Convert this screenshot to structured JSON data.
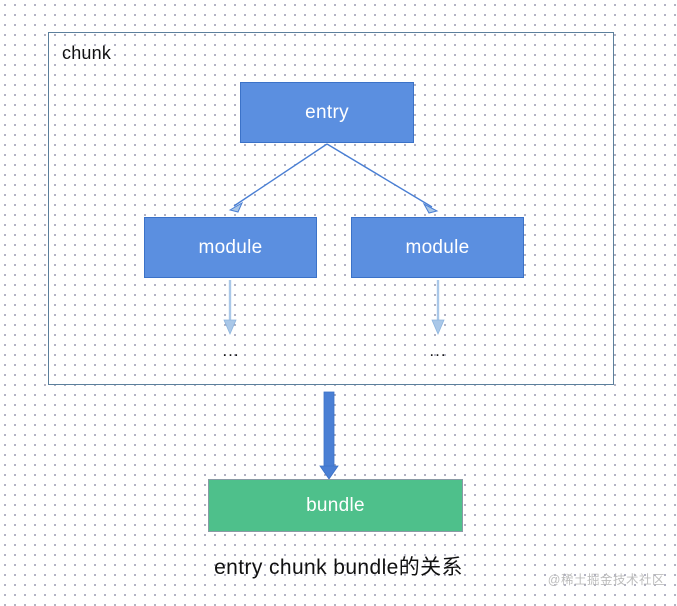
{
  "diagram": {
    "container": {
      "label": "chunk"
    },
    "nodes": [
      {
        "id": "entry",
        "label": "entry",
        "color": "#5b8fe0"
      },
      {
        "id": "module-left",
        "label": "module",
        "color": "#5b8fe0"
      },
      {
        "id": "module-right",
        "label": "module",
        "color": "#5b8fe0"
      },
      {
        "id": "bundle",
        "label": "bundle",
        "color": "#4ec08b"
      }
    ],
    "ellipsis": {
      "left": "...",
      "right": "..."
    },
    "caption": "entry chunk bundle的关系",
    "watermark": "@稀土掘金技术社区"
  },
  "colors": {
    "node_blue_fill": "#5b8fe0",
    "node_blue_border": "#3b72c8",
    "node_green_fill": "#4ec08b",
    "node_green_border": "#8a9aa5",
    "container_border": "#5b7f9c",
    "arrow_blue": "#4a7fd4",
    "arrow_light_blue": "#a9c7e8",
    "text_dark": "#111111",
    "text_light": "#ffffff",
    "watermark": "#bcbcbc",
    "background": "#ffffff",
    "grid_dot": "#9a9ab0"
  }
}
